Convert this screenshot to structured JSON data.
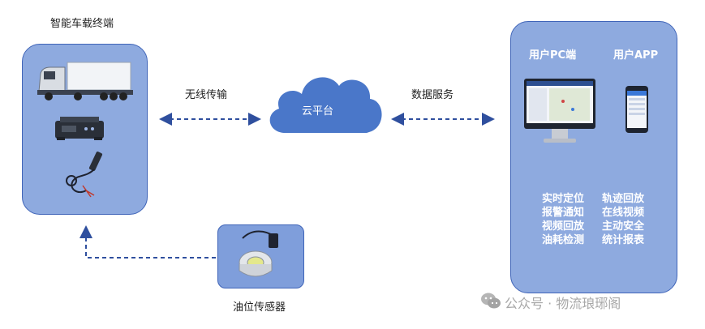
{
  "terminal": {
    "title": "智能车载终端"
  },
  "cloud": {
    "label": "云平台"
  },
  "links": {
    "wireless": "无线传输",
    "data_service": "数据服务"
  },
  "clients": {
    "pc": "用户PC端",
    "app": "用户APP"
  },
  "features": {
    "left": [
      "实时定位",
      "报警通知",
      "视频回放",
      "油耗检测"
    ],
    "right": [
      "轨迹回放",
      "在线视频",
      "主动安全",
      "统计报表"
    ]
  },
  "sensor": {
    "label": "油位传感器"
  },
  "watermark": {
    "text": "公众号 · 物流琅琊阁"
  },
  "colors": {
    "panel_fill": "#8eaadf",
    "panel_border": "#3f64b8",
    "cloud": "#4a77c9",
    "arrow": "#2f4f9e"
  }
}
